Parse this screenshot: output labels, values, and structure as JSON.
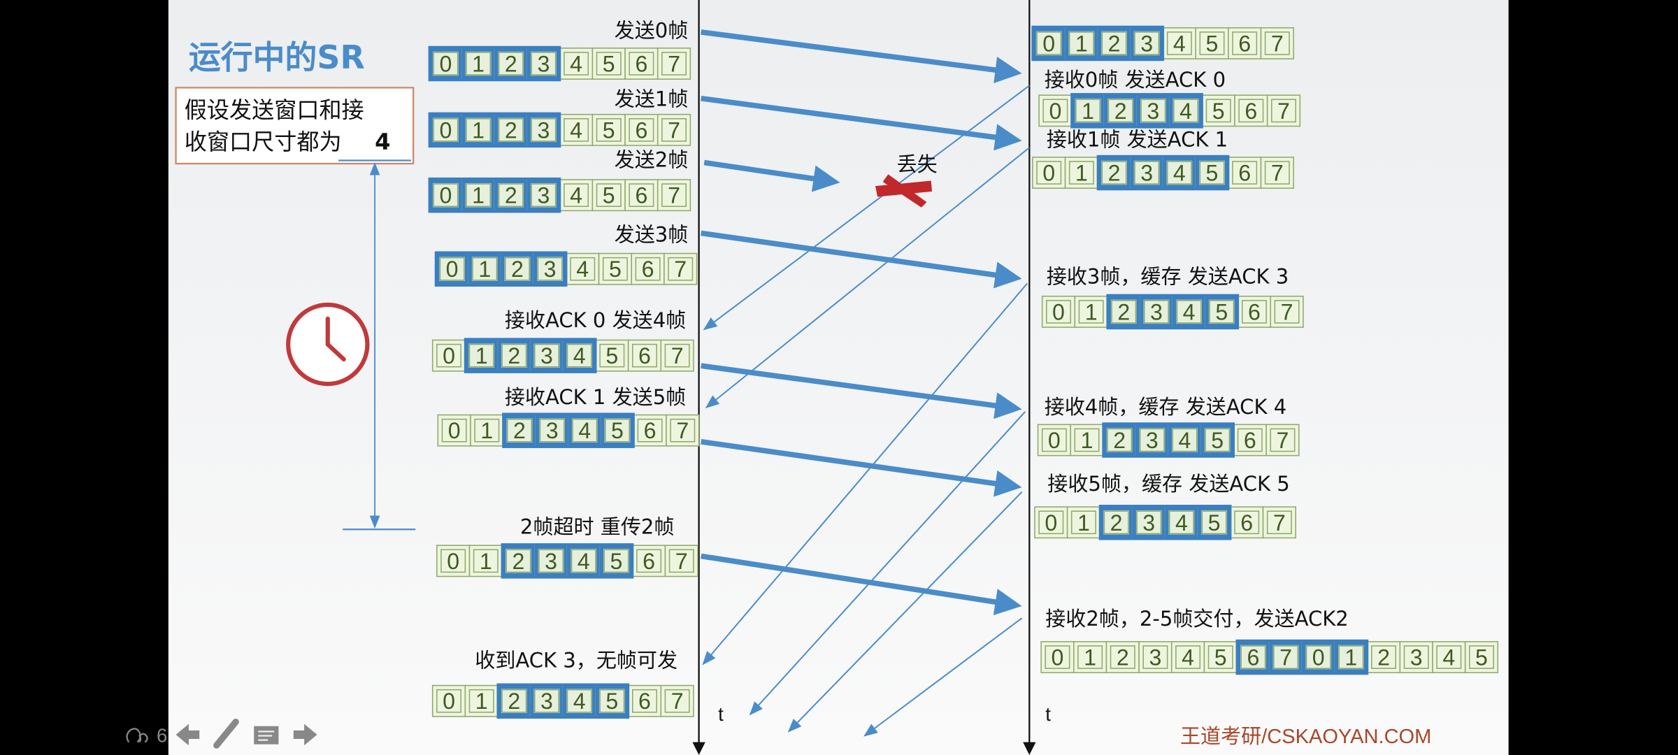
{
  "slide": {
    "title": "运行中的SR",
    "note_line1": "假设发送窗口和接",
    "note_line2": "收窗口尺寸都为",
    "note_value": "4",
    "lost_label": "丢失",
    "time_label_sender": "t",
    "time_label_receiver": "t",
    "watermark": "王道考研/CSKAOYAN.COM",
    "clock_icon": "clock-icon"
  },
  "colors": {
    "arrow": "#4a8cc9",
    "window": "#3a7fc1",
    "cell_border": "#8fa86a",
    "cell_fill": "#eef5df",
    "lost_mark": "#c0282a",
    "clock": "#c0393b",
    "note_border": "#c98a6a"
  },
  "sender_rows": [
    {
      "label": "发送0帧",
      "cells": [
        "0",
        "1",
        "2",
        "3",
        "4",
        "5",
        "6",
        "7"
      ],
      "window": [
        0,
        3
      ]
    },
    {
      "label": "发送1帧",
      "cells": [
        "0",
        "1",
        "2",
        "3",
        "4",
        "5",
        "6",
        "7"
      ],
      "window": [
        0,
        3
      ]
    },
    {
      "label": "发送2帧",
      "cells": [
        "0",
        "1",
        "2",
        "3",
        "4",
        "5",
        "6",
        "7"
      ],
      "window": [
        0,
        3
      ]
    },
    {
      "label": "发送3帧",
      "cells": [
        "0",
        "1",
        "2",
        "3",
        "4",
        "5",
        "6",
        "7"
      ],
      "window": [
        0,
        3
      ]
    },
    {
      "label": "接收ACK 0  发送4帧",
      "cells": [
        "0",
        "1",
        "2",
        "3",
        "4",
        "5",
        "6",
        "7"
      ],
      "window": [
        1,
        4
      ]
    },
    {
      "label": "接收ACK 1  发送5帧",
      "cells": [
        "0",
        "1",
        "2",
        "3",
        "4",
        "5",
        "6",
        "7"
      ],
      "window": [
        2,
        5
      ]
    },
    {
      "label": "2帧超时  重传2帧",
      "cells": [
        "0",
        "1",
        "2",
        "3",
        "4",
        "5",
        "6",
        "7"
      ],
      "window": [
        2,
        5
      ]
    },
    {
      "label": "收到ACK 3，无帧可发",
      "cells": [
        "0",
        "1",
        "2",
        "3",
        "4",
        "5",
        "6",
        "7"
      ],
      "window": [
        2,
        5
      ]
    }
  ],
  "receiver_rows": [
    {
      "label": "",
      "cells": [
        "0",
        "1",
        "2",
        "3",
        "4",
        "5",
        "6",
        "7"
      ],
      "window": [
        0,
        3
      ]
    },
    {
      "label": "接收0帧 发送ACK 0",
      "cells": [
        "0",
        "1",
        "2",
        "3",
        "4",
        "5",
        "6",
        "7"
      ],
      "window": [
        1,
        4
      ]
    },
    {
      "label": "接收1帧  发送ACK 1",
      "cells": [
        "0",
        "1",
        "2",
        "3",
        "4",
        "5",
        "6",
        "7"
      ],
      "window": [
        2,
        5
      ]
    },
    {
      "label": "接收3帧，缓存  发送ACK 3",
      "cells": [
        "0",
        "1",
        "2",
        "3",
        "4",
        "5",
        "6",
        "7"
      ],
      "window": [
        2,
        5
      ]
    },
    {
      "label": "接收4帧，缓存  发送ACK 4",
      "cells": [
        "0",
        "1",
        "2",
        "3",
        "4",
        "5",
        "6",
        "7"
      ],
      "window": [
        2,
        5
      ]
    },
    {
      "label": "接收5帧，缓存  发送ACK 5",
      "cells": [
        "0",
        "1",
        "2",
        "3",
        "4",
        "5",
        "6",
        "7"
      ],
      "window": [
        2,
        5
      ]
    },
    {
      "label": "接收2帧，2-5帧交付，发送ACK2",
      "cells": [
        "0",
        "1",
        "2",
        "3",
        "4",
        "5",
        "6",
        "7",
        "0",
        "1",
        "2",
        "3",
        "4",
        "5"
      ],
      "window": [
        6,
        9
      ]
    }
  ],
  "toolbar": {
    "participants_icon": "participants-icon",
    "participants_count": "6",
    "prev_icon": "arrow-left-icon",
    "pen_icon": "pencil-icon",
    "notes_icon": "notes-icon",
    "next_icon": "arrow-right-icon"
  }
}
